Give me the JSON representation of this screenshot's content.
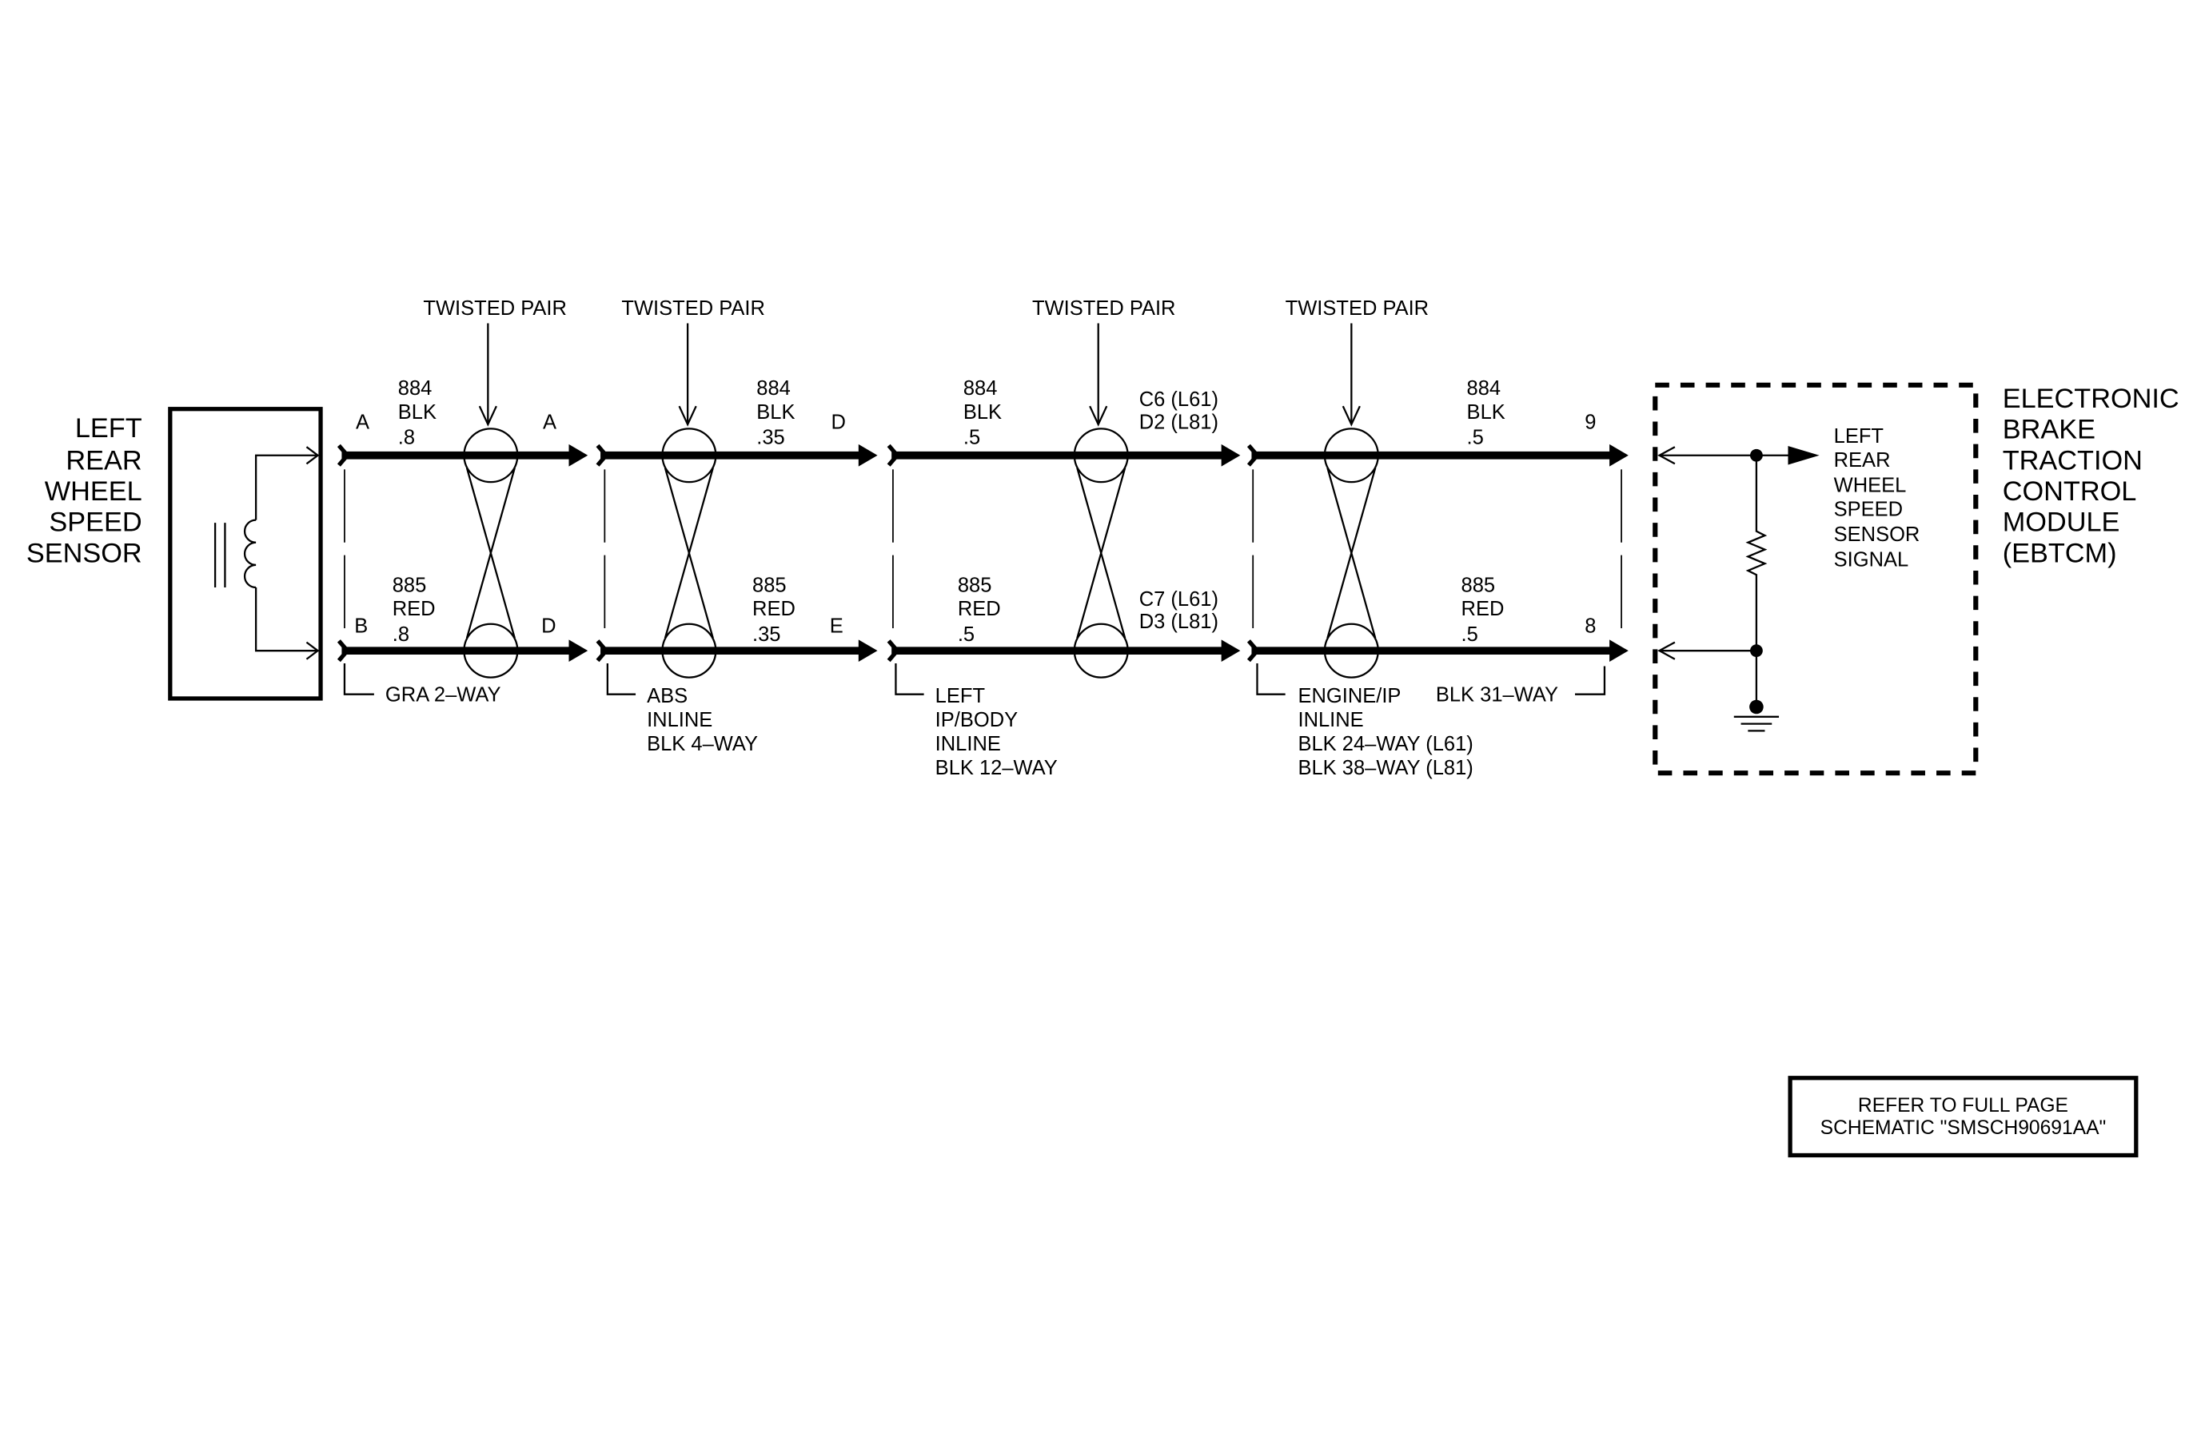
{
  "colors": {
    "ink": "#000000",
    "background": "#ffffff"
  },
  "sensor": {
    "label": [
      "LEFT",
      "REAR",
      "WHEEL",
      "SPEED",
      "SENSOR"
    ]
  },
  "segments": [
    {
      "twisted_pair": "TWISTED PAIR",
      "top_wire": {
        "circuit": "884",
        "color": "BLK",
        "size": ".8"
      },
      "bottom_wire": {
        "circuit": "885",
        "color": "RED",
        "size": ".8"
      },
      "pins_left": {
        "top": "A",
        "bottom": "B"
      },
      "pins_right": {
        "top": [
          "A"
        ],
        "bottom": [
          "D"
        ]
      }
    },
    {
      "twisted_pair": "TWISTED PAIR",
      "top_wire": {
        "circuit": "884",
        "color": "BLK",
        "size": ".35"
      },
      "bottom_wire": {
        "circuit": "885",
        "color": "RED",
        "size": ".35"
      },
      "pins_right": {
        "top": [
          "D"
        ],
        "bottom": [
          "E"
        ]
      }
    },
    {
      "twisted_pair": "TWISTED PAIR",
      "top_wire": {
        "circuit": "884",
        "color": "BLK",
        "size": ".5"
      },
      "bottom_wire": {
        "circuit": "885",
        "color": "RED",
        "size": ".5"
      },
      "pins_right": {
        "top": [
          "C6 (L61)",
          "D2 (L81)"
        ],
        "bottom": [
          "C7 (L61)",
          "D3 (L81)"
        ]
      }
    },
    {
      "twisted_pair": "TWISTED PAIR",
      "top_wire": {
        "circuit": "884",
        "color": "BLK",
        "size": ".5"
      },
      "bottom_wire": {
        "circuit": "885",
        "color": "RED",
        "size": ".5"
      },
      "pins_right": {
        "top": [
          "9"
        ],
        "bottom": [
          "8"
        ]
      }
    }
  ],
  "connectors": [
    {
      "label": [
        "GRA 2–WAY"
      ]
    },
    {
      "label": [
        "ABS",
        "INLINE",
        "BLK 4–WAY"
      ]
    },
    {
      "label": [
        "LEFT",
        "IP/BODY",
        "INLINE",
        "BLK 12–WAY"
      ]
    },
    {
      "label": [
        "ENGINE/IP",
        "INLINE",
        "BLK 24–WAY (L61)",
        "BLK 38–WAY (L81)"
      ]
    },
    {
      "label": [
        "BLK 31–WAY"
      ]
    }
  ],
  "module": {
    "label": [
      "ELECTRONIC",
      "BRAKE",
      "TRACTION",
      "CONTROL",
      "MODULE",
      "(EBTCM)"
    ],
    "signal": [
      "LEFT",
      "REAR",
      "WHEEL",
      "SPEED",
      "SENSOR",
      "SIGNAL"
    ]
  },
  "note": {
    "lines": [
      "REFER TO FULL PAGE",
      "SCHEMATIC \"SMSCH90691AA\""
    ]
  }
}
